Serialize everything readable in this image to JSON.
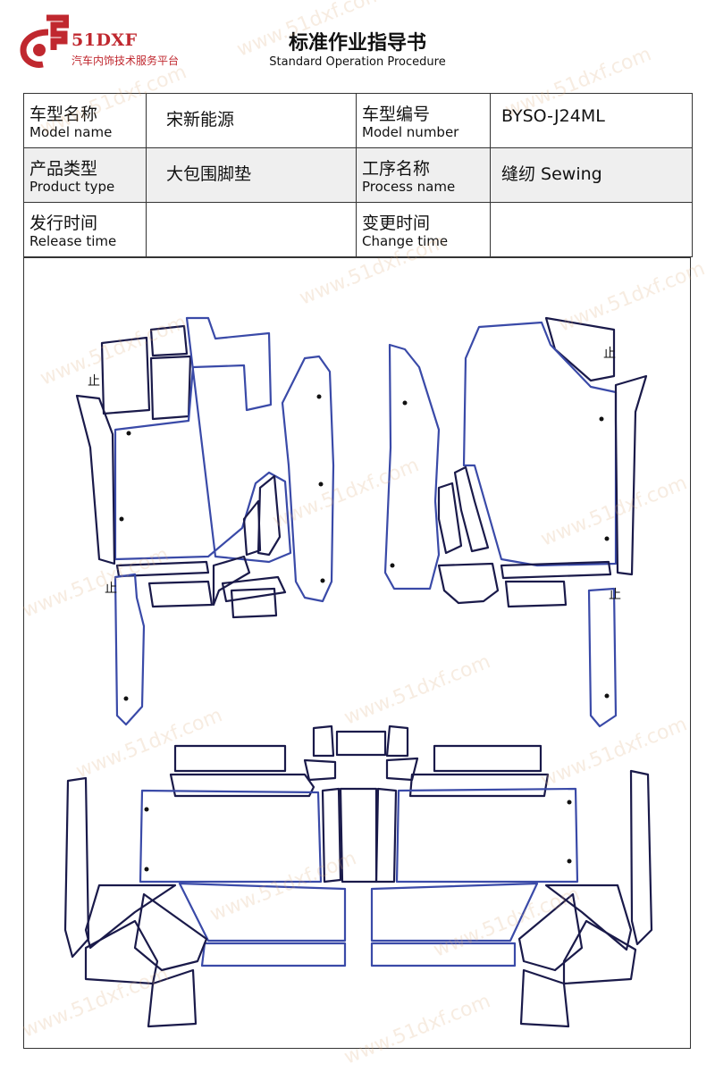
{
  "brand": {
    "name": "51DXF",
    "tagline": "汽车内饰技术服务平台",
    "logo_color": "#c0282f"
  },
  "doc": {
    "title": "标准作业指导书",
    "subtitle": "Standard Operation Procedure"
  },
  "info": {
    "model_name": {
      "cn": "车型名称",
      "en": "Model name",
      "value": "宋新能源"
    },
    "model_number": {
      "cn": "车型编号",
      "en": "Model number",
      "value": "BYSO-J24ML"
    },
    "product_type": {
      "cn": "产品类型",
      "en": "Product type",
      "value": "大包围脚垫"
    },
    "process_name": {
      "cn": "工序名称",
      "en": "Process name",
      "value": "缝纫 Sewing"
    },
    "release_time": {
      "cn": "发行时间",
      "en": "Release time",
      "value": ""
    },
    "change_time": {
      "cn": "变更时间",
      "en": "Change time",
      "value": ""
    }
  },
  "drawing": {
    "marks": [
      "止",
      "止",
      "止",
      "止"
    ],
    "outline_color": "#1a1a4a",
    "edge_color": "#3a4aa8"
  },
  "watermark": {
    "text": "www.51dxf.com"
  }
}
